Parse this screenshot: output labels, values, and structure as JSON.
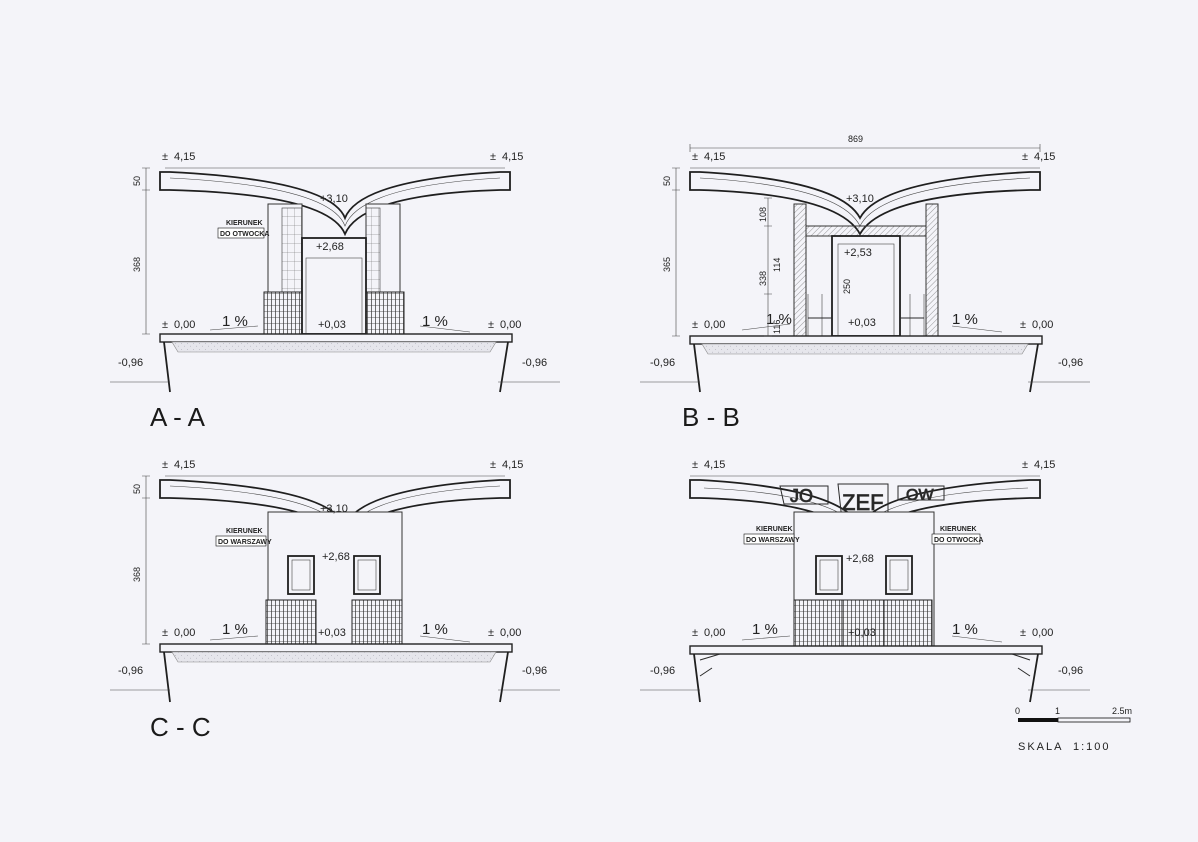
{
  "sections": [
    {
      "id": "aa",
      "title": "A - A",
      "levels": {
        "top_left": "4,15",
        "top_right": "4,15",
        "roof": "+3,10",
        "lintel": "+2,68",
        "floor_left": "0,00",
        "floor_right": "0,00",
        "floor_center": "+0,03",
        "ground_left": "-0,96",
        "ground_right": "-0,96"
      },
      "dims": {
        "roof_height": "50",
        "total_height": "368"
      },
      "slope_left": "1 %",
      "slope_right": "1 %",
      "signs": [
        {
          "line1": "KIERUNEK",
          "line2": "DO OTWOCKA"
        }
      ]
    },
    {
      "id": "bb",
      "title": "B - B",
      "levels": {
        "top_left": "4,15",
        "top_right": "4,15",
        "roof": "+3,10",
        "lintel": "+2,53",
        "floor_left": "0,00",
        "floor_right": "0,00",
        "floor_center": "+0,03",
        "ground_left": "-0,96",
        "ground_right": "-0,96"
      },
      "dims": {
        "span": "869",
        "roof_height": "50",
        "total_height": "365",
        "d108": "108",
        "d114": "114",
        "d338": "338",
        "d250": "250",
        "d116": "116"
      },
      "slope_left": "1 %",
      "slope_right": "1 %"
    },
    {
      "id": "cc",
      "title": "C - C",
      "levels": {
        "top_left": "4,15",
        "top_right": "4,15",
        "roof": "+3,10",
        "lintel": "+2,68",
        "floor_left": "0,00",
        "floor_right": "0,00",
        "floor_center": "+0,03",
        "ground_left": "-0,96",
        "ground_right": "-0,96"
      },
      "dims": {
        "roof_height": "50",
        "total_height": "368"
      },
      "slope_left": "1 %",
      "slope_right": "1 %",
      "signs": [
        {
          "line1": "KIERUNEK",
          "line2": "DO WARSZAWY"
        }
      ]
    },
    {
      "id": "elev",
      "levels": {
        "top_left": "4,15",
        "top_right": "4,15",
        "lintel": "+2,68",
        "floor_left": "0,00",
        "floor_right": "0,00",
        "floor_center": "+0,03",
        "ground_left": "-0,96",
        "ground_right": "-0,96"
      },
      "slope_left": "1 %",
      "slope_right": "1 %",
      "lettering": [
        "JO",
        "ZEF",
        "OW"
      ],
      "signs": [
        {
          "line1": "KIERUNEK",
          "line2": "DO WARSZAWY"
        },
        {
          "line1": "KIERUNEK",
          "line2": "DO OTWOCKA"
        }
      ]
    }
  ],
  "scale_bar": {
    "ticks": [
      "0",
      "1",
      "2.5m"
    ],
    "label": "SKALA  1:100"
  }
}
